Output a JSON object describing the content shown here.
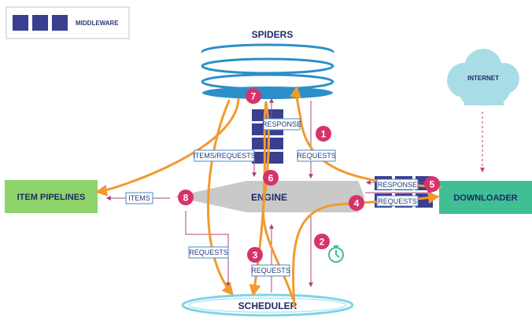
{
  "legend": {
    "label": "MIDDLEWARE"
  },
  "nodes": {
    "spiders": "SPIDERS",
    "engine": "ENGINE",
    "scheduler": "SCHEDULER",
    "downloader": "DOWNLOADER",
    "item_pipelines": "ITEM PIPELINES",
    "internet": "INTERNET"
  },
  "labels": {
    "response_spider": "RESPONSE",
    "items_requests": "ITEMS/REQUESTS",
    "requests_spider": "REQUESTS",
    "items": "ITEMS",
    "response_downloader": "RESPONSE",
    "requests_downloader": "REQUESTS",
    "requests_left": "REQUESTS",
    "requests_sched": "REQUESTS"
  },
  "steps": [
    "1",
    "2",
    "3",
    "4",
    "5",
    "6",
    "7",
    "8"
  ],
  "colors": {
    "middleware": "#3a3f8f",
    "arrow": "#f39a2e",
    "step_badge": "#d6336c",
    "pipeline": "#8ed36b",
    "downloader": "#3fbf93",
    "spider_blue": "#2b8fc9",
    "internet": "#a9dde5",
    "engine": "#c9c9c9"
  }
}
